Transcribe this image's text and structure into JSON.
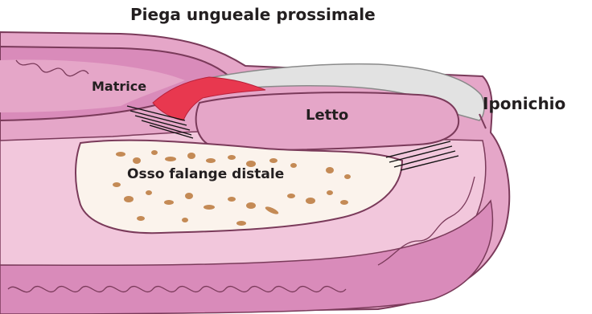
{
  "labels": {
    "proximal_fold": "Piega ungueale prossimale",
    "hyponychium": "Iponichio",
    "matrix": "Matrice",
    "nail_bed": "Letto",
    "bone": "Osso falange distale"
  },
  "colors": {
    "skin_light": "#f2c7dc",
    "skin_mid": "#e5a6c8",
    "skin_dark": "#d98bba",
    "outline": "#7a3a5a",
    "matrix_red": "#e8384f",
    "nail_plate": "#e2e2e2",
    "bone_fill": "#fbf3ec",
    "bone_chips": "#c48a55",
    "text": "#231f20"
  }
}
